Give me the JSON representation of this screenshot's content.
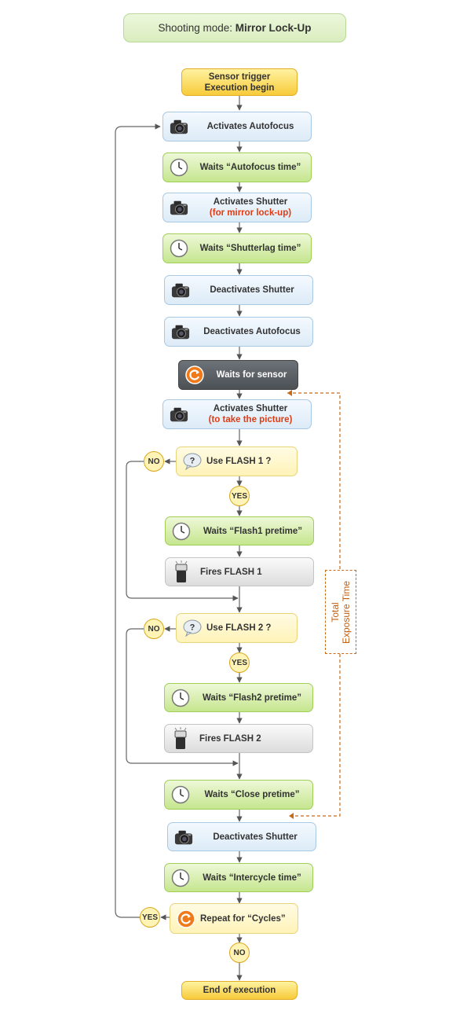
{
  "title": {
    "prefix": "Shooting mode:",
    "mode": "Mirror Lock-Up"
  },
  "steps": [
    {
      "line1": "Sensor trigger",
      "line2": "Execution begin"
    },
    {
      "text": "Activates Autofocus"
    },
    {
      "text": "Waits “Autofocus time”"
    },
    {
      "line1": "Activates Shutter",
      "line2": "(for mirror lock-up)"
    },
    {
      "text": "Waits “Shutterlag time”"
    },
    {
      "text": "Deactivates Shutter"
    },
    {
      "text": "Deactivates Autofocus"
    },
    {
      "text": "Waits for sensor"
    },
    {
      "line1": "Activates Shutter",
      "line2": "(to take the picture)"
    },
    {
      "text": "Use FLASH 1 ?"
    },
    {
      "text": "Waits “Flash1 pretime”"
    },
    {
      "text": "Fires FLASH 1"
    },
    {
      "text": "Use FLASH 2 ?"
    },
    {
      "text": "Waits “Flash2 pretime”"
    },
    {
      "text": "Fires FLASH 2"
    },
    {
      "text": "Waits “Close pretime”"
    },
    {
      "text": "Deactivates Shutter"
    },
    {
      "text": "Waits “Intercycle time”"
    },
    {
      "text": "Repeat for “Cycles”"
    },
    {
      "text": "End of execution"
    }
  ],
  "labels": {
    "yes": "YES",
    "no": "NO"
  },
  "exposure": {
    "line1": "Total",
    "line2": "Exposure Time"
  },
  "icons": {
    "camera": "camera-icon",
    "clock": "clock-icon",
    "question": "question-bubble-icon",
    "flash": "flash-unit-icon",
    "repeat": "repeat-icon",
    "mark": "?"
  },
  "colors": {
    "accent_red": "#e03b12",
    "exposure_orange": "#c76b1a"
  }
}
